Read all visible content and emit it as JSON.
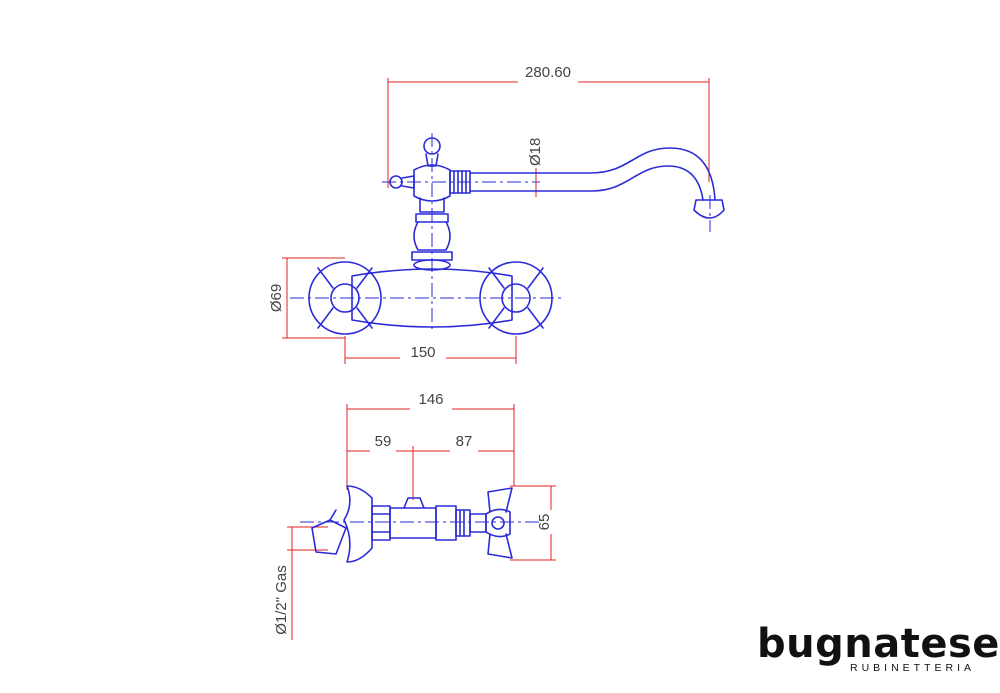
{
  "dimensions": {
    "top_spout_length": "280.60",
    "spout_diameter": "Ø18",
    "rosette_diameter": "Ø69",
    "centre_distance": "150",
    "side_total_depth": "146",
    "side_wall_to_axis": "59",
    "side_axis_to_handle": "87",
    "side_height": "65",
    "inlet_thread": "Ø1/2\" Gas"
  },
  "brand": {
    "name": "bugnatese",
    "tagline": "RUBINETTERIA"
  },
  "colors": {
    "outline": "#2b2bd8",
    "dimension_line": "#e02020",
    "label_text": "#444444"
  }
}
